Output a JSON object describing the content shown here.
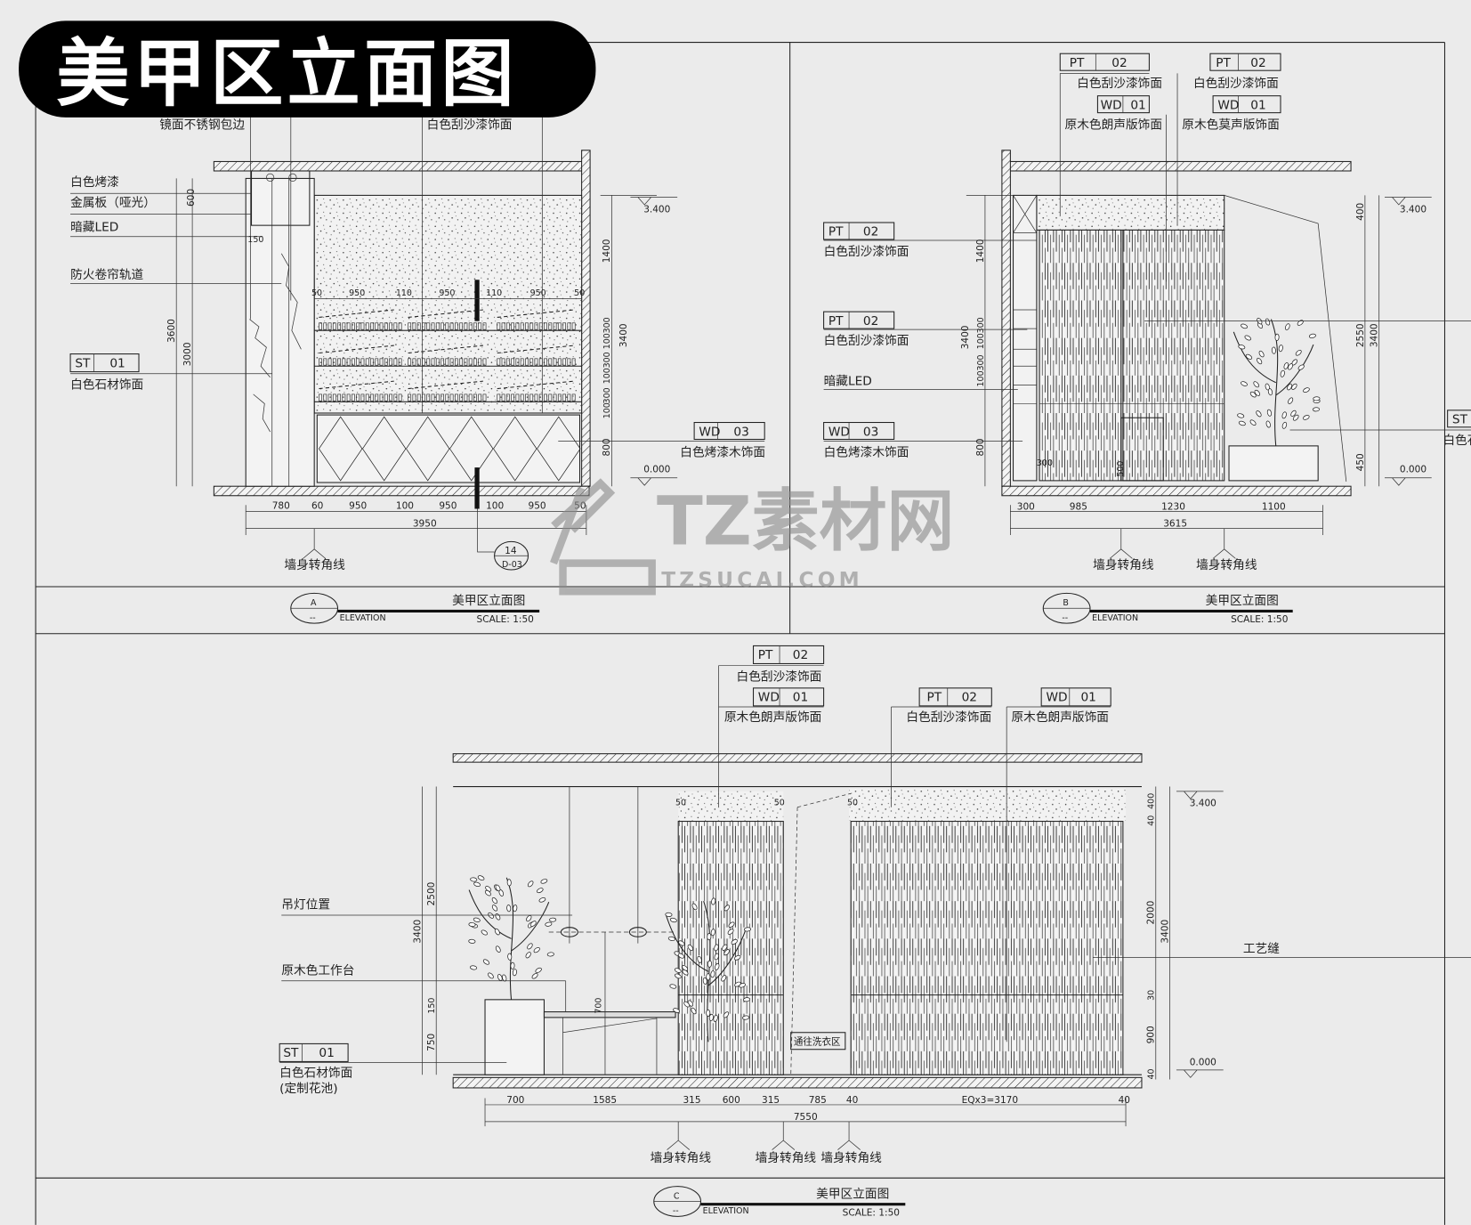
{
  "title_badge": "美甲区立面图",
  "watermark": {
    "brand": "TZ素材网",
    "site": "TZSUCAI.COM"
  },
  "panel_a": {
    "top_labels": [
      "镜面不锈钢包边",
      "白色刮沙漆饰面"
    ],
    "left_labels": [
      "白色烤漆",
      "金属板（哑光）",
      "暗藏LED",
      "防火卷帘轨道"
    ],
    "st_tag": {
      "code": "ST",
      "num": "01",
      "desc": "白色石材饰面"
    },
    "wd_tag": {
      "code": "WD",
      "num": "03",
      "desc": "白色烤漆木饰面"
    },
    "left_dims": [
      "600",
      "3600",
      "3000"
    ],
    "small_dim": "150",
    "right_dims": [
      "1400",
      "3400",
      "300",
      "100",
      "300",
      "100",
      "300",
      "100",
      "800"
    ],
    "levels": [
      "3.400",
      "0.000"
    ],
    "shelf_dims": [
      "50",
      "950",
      "110",
      "950",
      "110",
      "950",
      "50"
    ],
    "bottom_dims": [
      "780",
      "60",
      "950",
      "100",
      "950",
      "100",
      "950",
      "50"
    ],
    "total": "3950",
    "corner_note": "墙身转角线",
    "section": {
      "num": "14",
      "sheet": "D-03"
    },
    "title": {
      "letter": "A",
      "sub": "--",
      "name": "美甲区立面图",
      "type": "ELEVATION",
      "scale": "SCALE: 1:50"
    }
  },
  "panel_b": {
    "top_tags": [
      {
        "code": "PT",
        "num": "02",
        "desc": "白色刮沙漆饰面"
      },
      {
        "code": "WD",
        "num": "01",
        "desc": "原木色朗声版饰面"
      },
      {
        "code": "PT",
        "num": "02",
        "desc": "白色刮沙漆饰面"
      },
      {
        "code": "WD",
        "num": "01",
        "desc": "原木色莫声版饰面"
      }
    ],
    "left_tags": [
      {
        "code": "PT",
        "num": "02",
        "desc": "白色刮沙漆饰面"
      },
      {
        "code": "PT",
        "num": "02",
        "desc": "白色刮沙漆饰面"
      },
      {
        "code": "WD",
        "num": "03",
        "desc": "白色烤漆木饰面"
      }
    ],
    "led_note": "暗藏LED",
    "left_dims": [
      "1400",
      "3400",
      "300",
      "100",
      "300",
      "100",
      "800"
    ],
    "right_dims": [
      "400",
      "2550",
      "3400",
      "450"
    ],
    "levels": [
      "3.400",
      "0.000"
    ],
    "bottom_dims": [
      "300",
      "985",
      "1230",
      "1100"
    ],
    "small_dims": [
      "300",
      "500"
    ],
    "total": "3615",
    "corner_notes": [
      "墙身转角线",
      "墙身转角线"
    ],
    "st_partial": {
      "code": "ST",
      "desc": "白色石"
    },
    "title": {
      "letter": "B",
      "sub": "--",
      "name": "美甲区立面图",
      "type": "ELEVATION",
      "scale": "SCALE: 1:50"
    }
  },
  "panel_c": {
    "top_tags": [
      {
        "code": "PT",
        "num": "02",
        "desc": "白色刮沙漆饰面"
      },
      {
        "code": "WD",
        "num": "01",
        "desc": "原木色朗声版饰面"
      },
      {
        "code": "PT",
        "num": "02",
        "desc": "白色刮沙漆饰面"
      },
      {
        "code": "WD",
        "num": "01",
        "desc": "原木色朗声版饰面"
      }
    ],
    "left_labels": [
      "吊灯位置",
      "原木色工作台"
    ],
    "st_tag": {
      "code": "ST",
      "num": "01",
      "desc": "白色石材饰面",
      "desc2": "(定制花池)"
    },
    "door_note": "通往洗衣区",
    "seam_note": "工艺缝",
    "left_dims": [
      "2500",
      "3400",
      "150",
      "750"
    ],
    "table_dim": "700",
    "top_dims": [
      "50",
      "50",
      "50"
    ],
    "right_dims": [
      "40",
      "400",
      "2000",
      "3400",
      "30",
      "900",
      "40"
    ],
    "levels": [
      "3.400",
      "0.000"
    ],
    "bottom_dims": [
      "700",
      "1585",
      "315",
      "600",
      "315",
      "785",
      "40",
      "EQx3=3170",
      "40"
    ],
    "total": "7550",
    "corner_notes": [
      "墙身转角线",
      "墙身转角线",
      "墙身转角线"
    ],
    "title": {
      "letter": "C",
      "sub": "--",
      "name": "美甲区立面图",
      "type": "ELEVATION",
      "scale": "SCALE: 1:50"
    }
  },
  "colors": {
    "paper": "#ebebeb",
    "ink": "#222222",
    "badge": "#000000",
    "watermark": "#8a8a8a"
  }
}
